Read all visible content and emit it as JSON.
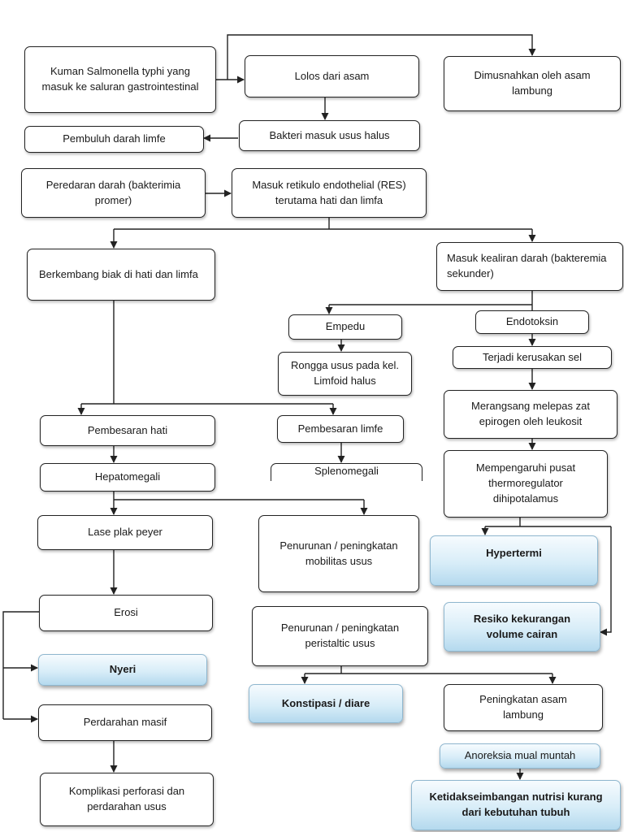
{
  "nodes": {
    "kuman": "Kuman Salmonella typhi yang masuk ke saluran gastrointestinal",
    "lolos": "Lolos dari asam",
    "dimusnahkan": "Dimusnahkan oleh asam lambung",
    "pembuluh": "Pembuluh darah limfe",
    "bakteri_usus": "Bakteri masuk usus halus",
    "peredaran": "Peredaran darah (bakterimia promer)",
    "masuk_res": "Masuk retikulo endothelial (RES) terutama hati dan limfa",
    "berkembang": "Berkembang biak di hati dan limfa",
    "masuk_aliran": "Masuk kealiran darah (bakteremia sekunder)",
    "empedu": "Empedu",
    "endotoksin": "Endotoksin",
    "rongga": "Rongga usus pada kel. Limfoid halus",
    "kerusakan": "Terjadi kerusakan sel",
    "merangsang": "Merangsang melepas zat epirogen oleh leukosit",
    "pembesaran_hati": "Pembesaran hati",
    "pembesaran_limfe": "Pembesaran limfe",
    "hepatomegali": "Hepatomegali",
    "splenomegali": "Splenomegali",
    "mempengaruhi": "Mempengaruhi pusat thermoregulator dihipotalamus",
    "lase": "Lase plak peyer",
    "penurunan_mobilitas": "Penurunan / peningkatan mobilitas usus",
    "hypertermi": "Hypertermi",
    "erosi": "Erosi",
    "penurunan_peristaltic": "Penurunan / peningkatan peristaltic usus",
    "resiko": "Resiko kekurangan volume cairan",
    "nyeri": "Nyeri",
    "konstipasi": "Konstipasi  / diare",
    "peningkatan_asam": "Peningkatan asam lambung",
    "perdarahan": "Perdarahan masif",
    "anoreksia": "Anoreksia mual muntah",
    "komplikasi": "Komplikasi perforasi dan perdarahan usus",
    "ketidakseimbangan": "Ketidakseimbangan nutrisi kurang dari kebutuhan tubuh"
  },
  "colors": {
    "line": "#222222",
    "box_border": "#222222",
    "diagnosis_fill_top": "#f6fbfe",
    "diagnosis_fill_bottom": "#b4d9ee",
    "diagnosis_border": "#8fb7cf"
  }
}
